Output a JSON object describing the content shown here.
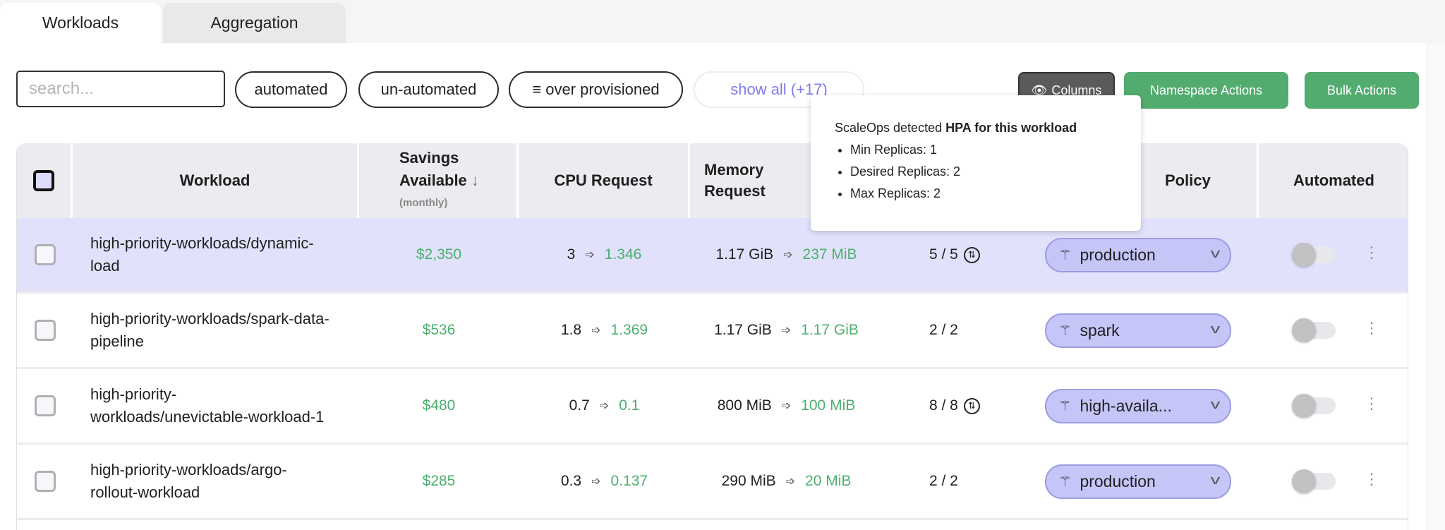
{
  "tabs": [
    {
      "label": "Workloads",
      "active": true
    },
    {
      "label": "Aggregation",
      "active": false
    }
  ],
  "toolbar": {
    "search_placeholder": "search...",
    "filters": [
      "automated",
      "un-automated",
      "over provisioned"
    ],
    "show_all": "show all (+17)",
    "columns": "Columns",
    "namespace_actions": "Namespace Actions",
    "bulk_actions": "Bulk Actions"
  },
  "colors": {
    "accent_green": "#52ab6f",
    "highlight_row": "#e1e1fb",
    "policy_pill": "#c5c5f8",
    "show_all_text": "#7b7bef"
  },
  "table": {
    "headers": {
      "workload": "Workload",
      "savings": "Savings Available",
      "savings_sub": "(monthly)",
      "cpu": "CPU Request",
      "memory": "Memory Request",
      "policy": "Policy",
      "automated": "Automated"
    },
    "rows": [
      {
        "workload": "high-priority-workloads/dynamic-load",
        "savings": "$2,350",
        "cpu_from": "3",
        "cpu_to": "1.346",
        "mem_from": "1.17 GiB",
        "mem_to": "237 MiB",
        "replicas": "5 / 5",
        "hpa": true,
        "policy": "production",
        "automated": false,
        "highlighted": true
      },
      {
        "workload": "high-priority-workloads/spark-data-pipeline",
        "savings": "$536",
        "cpu_from": "1.8",
        "cpu_to": "1.369",
        "mem_from": "1.17 GiB",
        "mem_to": "1.17 GiB",
        "replicas": "2 / 2",
        "hpa": false,
        "policy": "spark",
        "automated": false,
        "highlighted": false
      },
      {
        "workload": "high-priority-workloads/unevictable-workload-1",
        "savings": "$480",
        "cpu_from": "0.7",
        "cpu_to": "0.1",
        "mem_from": "800 MiB",
        "mem_to": "100 MiB",
        "replicas": "8 / 8",
        "hpa": true,
        "policy": "high-availa...",
        "automated": false,
        "highlighted": false
      },
      {
        "workload": "high-priority-workloads/argo-rollout-workload",
        "savings": "$285",
        "cpu_from": "0.3",
        "cpu_to": "0.137",
        "mem_from": "290 MiB",
        "mem_to": "20 MiB",
        "replicas": "2 / 2",
        "hpa": false,
        "policy": "production",
        "automated": false,
        "highlighted": false
      }
    ]
  },
  "tooltip": {
    "prefix": "ScaleOps detected ",
    "bold": "HPA for this workload",
    "items": [
      "Min Replicas: 1",
      "Desired Replicas: 2",
      "Max Replicas: 2"
    ]
  }
}
